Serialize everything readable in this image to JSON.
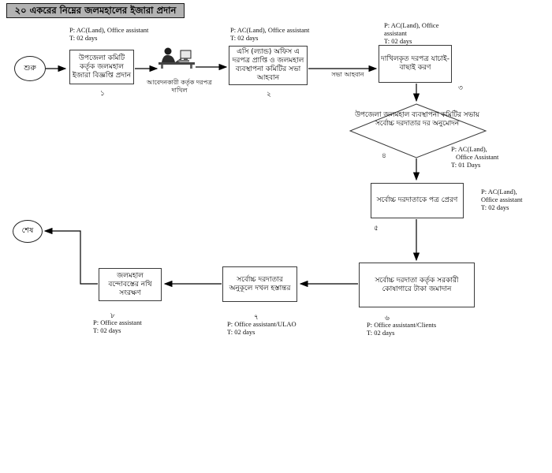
{
  "title": "২০ একরের নিম্নের জলমহালের ইজারা প্রদান",
  "terminals": {
    "start": "শুরু",
    "end": "শেষ"
  },
  "flow_notes": {
    "applicant_submission": "আবেদনকারী কর্তৃক দরপত্র দাখিল",
    "meeting_call": "সভা আহবান"
  },
  "steps": [
    {
      "num": "১",
      "shape": "process",
      "label": "উপজেলা কমিটি কর্তৃক জলমহাল ইজারা বিজ্ঞপ্তি প্রদান",
      "meta": [
        "P: AC(Land), Office assistant",
        "T: 02 days"
      ]
    },
    {
      "num": "২",
      "shape": "process",
      "label": "এসি (ল্যান্ড) অফিস এ দরপত্র প্রাপ্তি ও জলমহাল ব্যবস্থাপনা কমিটির সভা আহবান",
      "meta": [
        "P: AC(Land), Office assistant",
        "T: 02 days"
      ]
    },
    {
      "num": "৩",
      "shape": "process",
      "label": "দাখিলকৃত দরপত্র যাচাই-বাছাই করণ",
      "meta": [
        "P: AC(Land), Office",
        "assistant",
        "T: 02 days"
      ]
    },
    {
      "num": "৪",
      "shape": "decision",
      "label": "উপজেলা জলমহাল ব্যবস্থাপনা কমিটির সভায় সর্বোচ্চ দরদাতার দর অনুমোদন",
      "meta": [
        "P: AC(Land),",
        "Office Assistant",
        "T: 01 Days"
      ]
    },
    {
      "num": "৫",
      "shape": "process",
      "label": "সর্বোচ্চ দরদাতাকে পত্র প্রেরণ",
      "meta": [
        "P: AC(Land),",
        "Office assistant",
        "T: 02 days"
      ]
    },
    {
      "num": "৬",
      "shape": "process",
      "label": "সর্বোচ্চ দরদাতা কর্তৃক সরকারী কোষাগারে টাকা জমাদান",
      "meta": [
        "P: Office assistant/Clients",
        "T: 02 days"
      ]
    },
    {
      "num": "৭",
      "shape": "process",
      "label": "সর্বোচ্চ দরদাতার অনুকূলে দখল হস্তান্তর",
      "meta": [
        "P: Office assistant/ULAO",
        "T: 02 days"
      ]
    },
    {
      "num": "৮",
      "shape": "process",
      "label": "জলমহাল বন্দোবস্তের নথি সংরক্ষণ",
      "meta": [
        "P: Office assistant",
        "T: 02 days"
      ]
    }
  ],
  "colors": {
    "line": "#000000",
    "box_border": "#3a3a3a",
    "title_bg": "#b3b3b3"
  }
}
